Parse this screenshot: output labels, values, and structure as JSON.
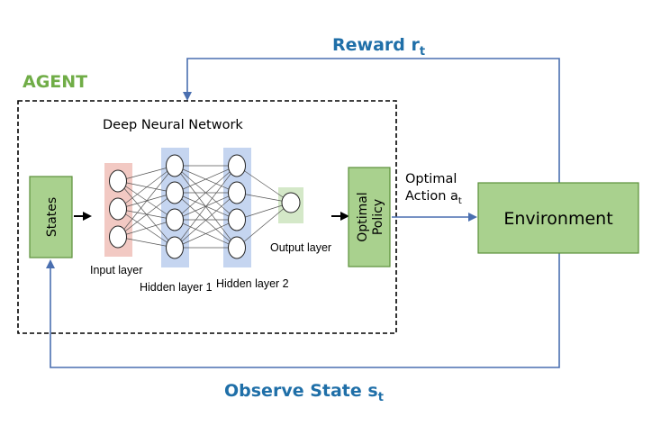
{
  "agent_label": "AGENT",
  "reward": {
    "label": "Reward r",
    "sub": "t"
  },
  "observe": {
    "label": "Observe State s",
    "sub": "t"
  },
  "dnn_title": "Deep Neural Network",
  "states_label": "States",
  "policy": {
    "line1": "Optimal",
    "line2": "Policy"
  },
  "action": {
    "line1": "Optimal",
    "line2": "Action a",
    "sub": "t"
  },
  "environment_label": "Environment",
  "layers": {
    "input": "Input layer",
    "hidden1": "Hidden layer 1",
    "hidden2": "Hidden layer 2",
    "output": "Output layer"
  },
  "colors": {
    "feedback_arrow": "#4a6fb0",
    "label_blue": "#1f6fa8",
    "agent_green": "#70ad47",
    "box_fill": "#a9d18e",
    "box_stroke": "#5b8f3a",
    "input_fill": "#f2c9c3",
    "hidden_fill": "#c5d5f0",
    "output_fill": "#d4e8c8"
  }
}
